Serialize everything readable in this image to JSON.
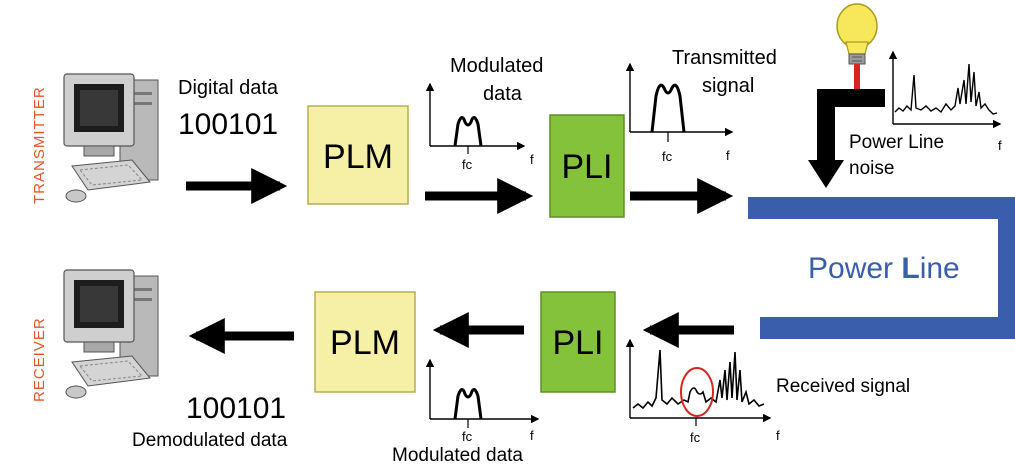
{
  "sections": {
    "transmitter_label": "TRANSMITTER",
    "receiver_label": "RECEIVER"
  },
  "transmitter": {
    "digital_data_caption": "Digital data",
    "digital_data_value": "100101",
    "plm_label": "PLM",
    "pli_label": "PLI",
    "modulated_caption_line1": "Modulated",
    "modulated_caption_line2": "data",
    "transmitted_caption_line1": "Transmitted",
    "transmitted_caption_line2": "signal",
    "fc_label_1": "fc",
    "f_label_1": "f",
    "fc_label_2": "fc",
    "f_label_2": "f"
  },
  "noise": {
    "caption_line1": "Power Line",
    "caption_line2": "noise",
    "f_label": "f"
  },
  "power_line": {
    "label_part1": "Power ",
    "label_part2": "L",
    "label_part3": "ine"
  },
  "receiver": {
    "plm_label": "PLM",
    "pli_label": "PLI",
    "demod_value": "100101",
    "demod_caption": "Demodulated data",
    "modulated_caption": "Modulated data",
    "received_caption": "Received signal",
    "fc_label_1": "fc",
    "f_label_1": "f",
    "fc_label_2": "fc",
    "f_label_2": "f"
  },
  "colors": {
    "side_label": "#e8552a",
    "plm_fill": "#f6f0a6",
    "plm_stroke": "#b5ad55",
    "pli_fill": "#84c23b",
    "pli_stroke": "#5d8f25",
    "power_line": "#3a5dac",
    "arrow": "#0a0a0a",
    "bulb": "#f6e85a",
    "bulb_wire": "#d8251f",
    "highlight_circle": "#d8251f"
  },
  "icons": {
    "computer": "desktop-computer-icon",
    "bulb": "light-bulb-icon"
  }
}
